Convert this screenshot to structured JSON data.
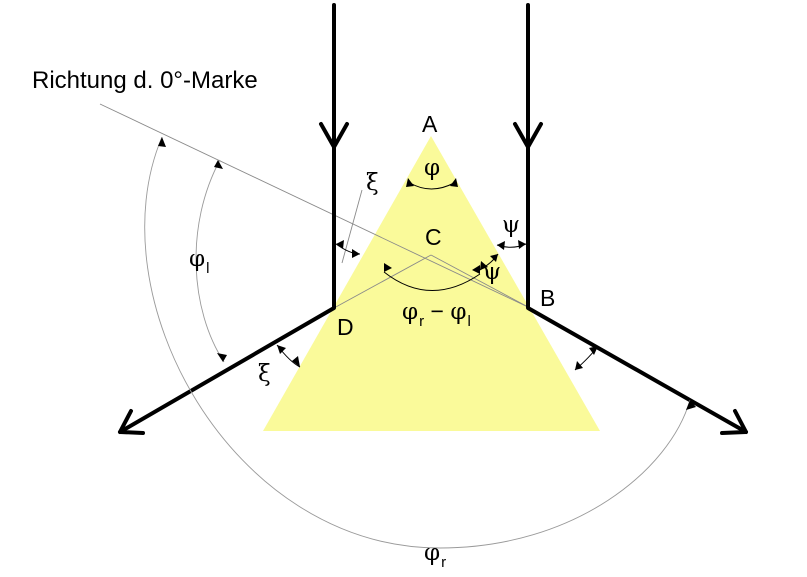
{
  "caption": "Richtung d. 0°-Marke",
  "points": {
    "A": "A",
    "B": "B",
    "C": "C",
    "D": "D"
  },
  "angles": {
    "phi": "φ",
    "xi": "ξ",
    "psi": "ψ",
    "phi_l": {
      "base": "φ",
      "sub": "l"
    },
    "phi_r": {
      "base": "φ",
      "sub": "r"
    },
    "difference": {
      "a": "φ",
      "a_sub": "r",
      "op": " − ",
      "b": "φ",
      "b_sub": "l"
    }
  },
  "colors": {
    "prism_fill": "#fafa9a",
    "rays": "#000000",
    "guides": "#8a8a8a"
  }
}
